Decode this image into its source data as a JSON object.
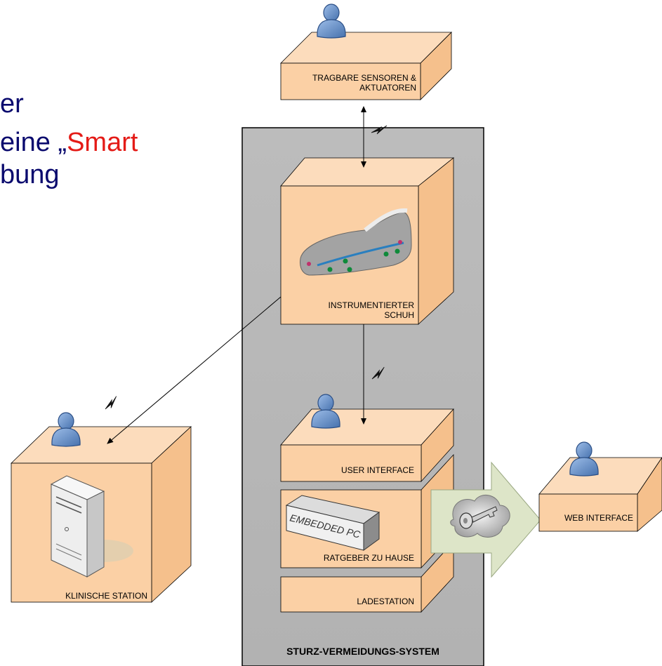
{
  "heading": {
    "line1": "er",
    "line2_prefix": "eine „",
    "line2_highlight": "Smart",
    "line3": "bung"
  },
  "nodes": {
    "wearable": "TRAGBARE SENSOREN &\nAKTUATOREN",
    "shoe": "INSTRUMENTIERTER\nSCHUH",
    "user_interface": "USER INTERFACE",
    "home_advisor": "RATGEBER ZU HAUSE",
    "charging": "LADESTATION",
    "clinical": "KLINISCHE STATION",
    "web": "WEB INTERFACE",
    "embedded_pc": "EMBEDDED PC"
  },
  "system_title": "STURZ-VERMEIDUNGS-SYSTEM",
  "colors": {
    "box_fill": "#fbd0a5",
    "box_top": "#fcdcbc",
    "box_side": "#f5c08c",
    "system_panel": "#bdbdbd",
    "arrow_fill": "#dde5c8",
    "heading": "#0a0a6e",
    "highlight": "#e41b17",
    "person": "#6b94cc"
  },
  "icons": [
    "person-icon",
    "lightning-icon",
    "server-icon",
    "shoe-icon",
    "embedded-pc-icon",
    "key-icon",
    "cloud-icon"
  ]
}
